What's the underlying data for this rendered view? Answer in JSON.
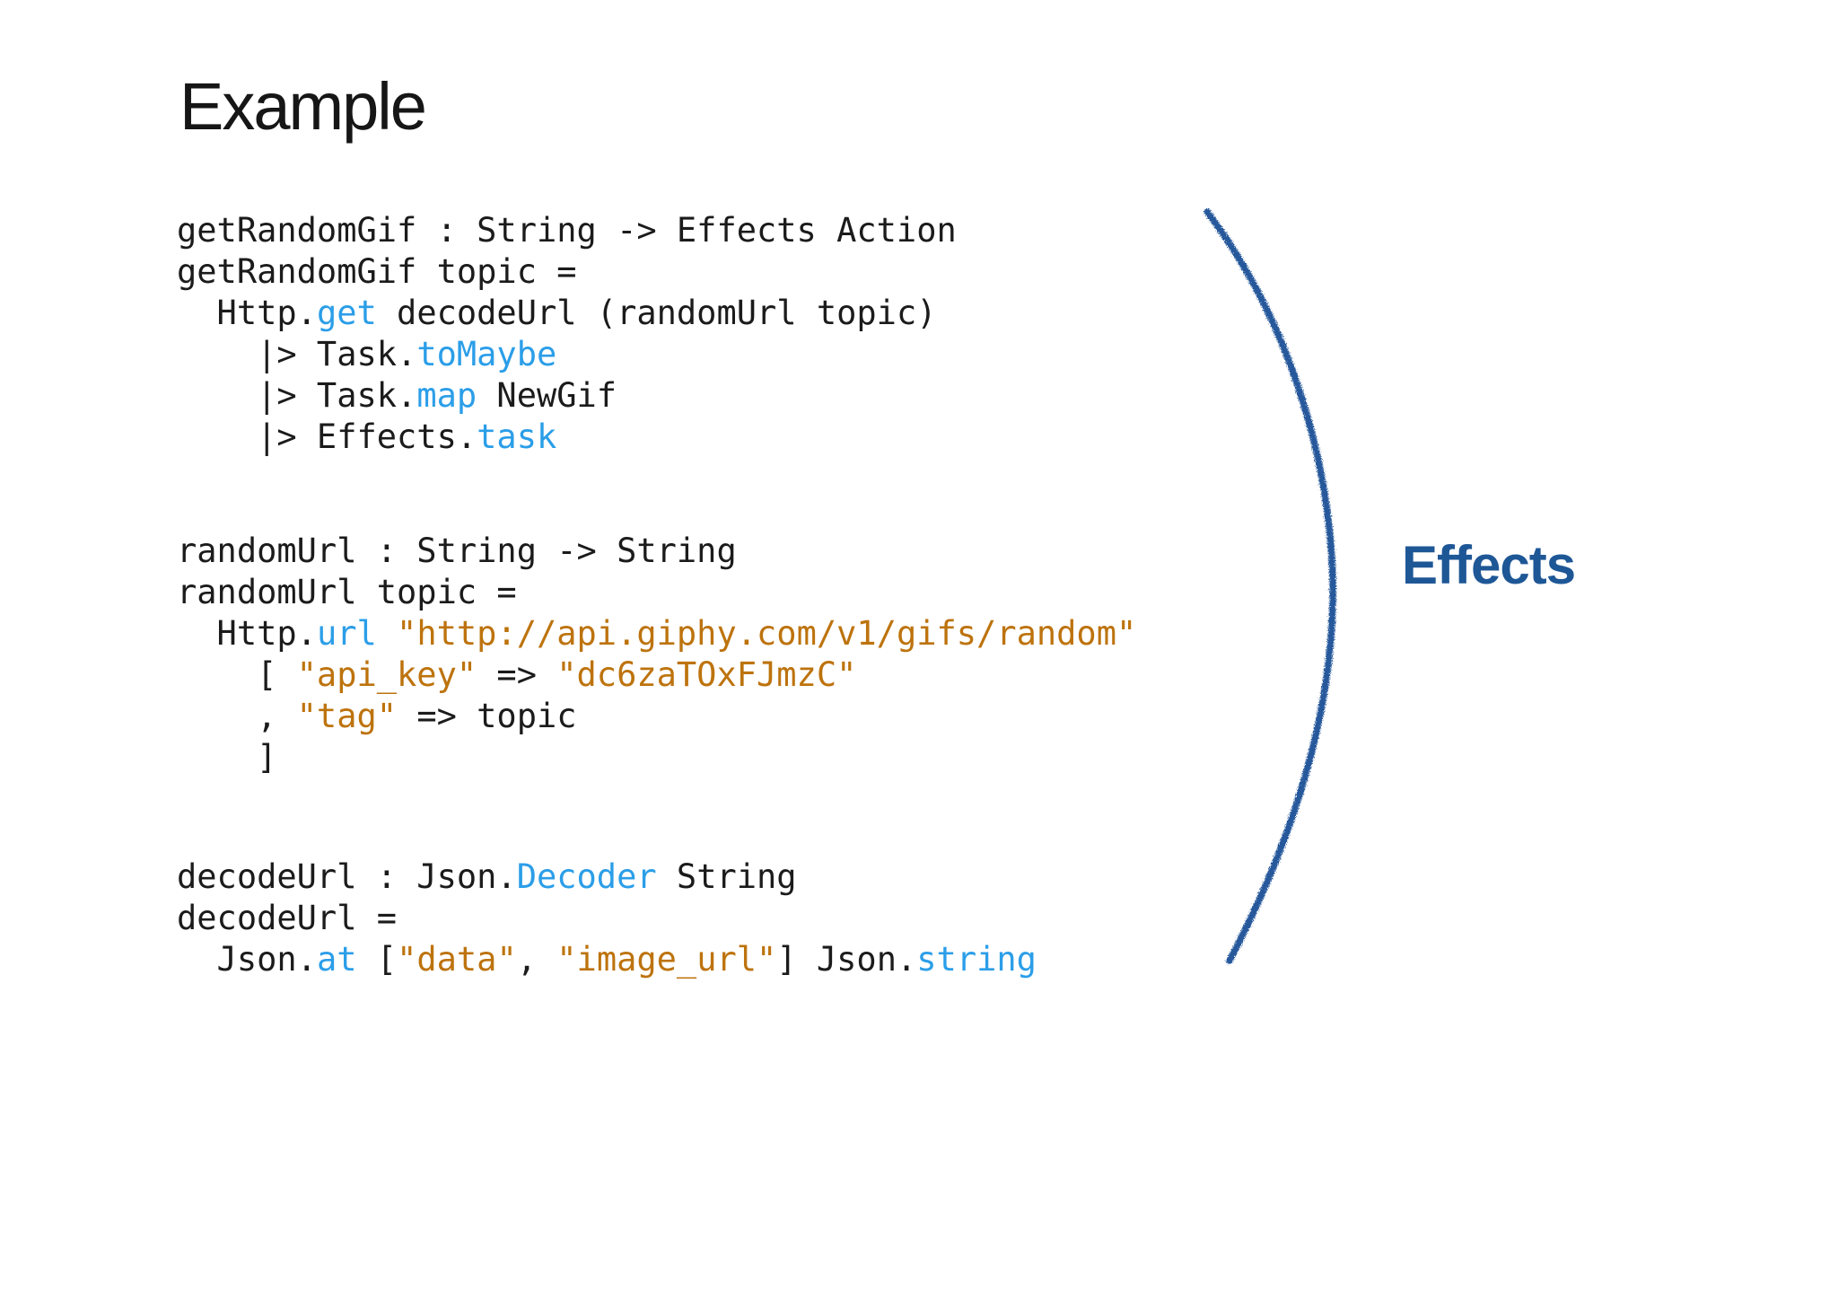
{
  "slide": {
    "title": "Example"
  },
  "annotation": {
    "label": "Effects"
  },
  "colors": {
    "page_bg": "#ffffff",
    "title_text": "#161616",
    "code_plain": "#1b1b1b",
    "code_keyword": "#2b9ee8",
    "code_string": "#bd730d",
    "effects_label": "#1e5796",
    "brace_arc": "#27599b"
  },
  "code": {
    "language": "elm",
    "blocks": [
      {
        "name": "getRandomGif",
        "lines": [
          [
            {
              "text": "getRandomGif : String -> Effects Action",
              "type": "plain"
            }
          ],
          [
            {
              "text": "getRandomGif topic =",
              "type": "plain"
            }
          ],
          [
            {
              "text": "  Http.",
              "type": "plain"
            },
            {
              "text": "get",
              "type": "keyword"
            },
            {
              "text": " decodeUrl (randomUrl topic)",
              "type": "plain"
            }
          ],
          [
            {
              "text": "    |> Task.",
              "type": "plain"
            },
            {
              "text": "toMaybe",
              "type": "keyword"
            }
          ],
          [
            {
              "text": "    |> Task.",
              "type": "plain"
            },
            {
              "text": "map",
              "type": "keyword"
            },
            {
              "text": " NewGif",
              "type": "plain"
            }
          ],
          [
            {
              "text": "    |> Effects.",
              "type": "plain"
            },
            {
              "text": "task",
              "type": "keyword"
            }
          ]
        ]
      },
      {
        "name": "randomUrl",
        "lines": [
          [
            {
              "text": "randomUrl : String -> String",
              "type": "plain"
            }
          ],
          [
            {
              "text": "randomUrl topic =",
              "type": "plain"
            }
          ],
          [
            {
              "text": "  Http.",
              "type": "plain"
            },
            {
              "text": "url",
              "type": "keyword"
            },
            {
              "text": " ",
              "type": "plain"
            },
            {
              "text": "\"http://api.giphy.com/v1/gifs/random\"",
              "type": "string"
            }
          ],
          [
            {
              "text": "    [ ",
              "type": "plain"
            },
            {
              "text": "\"api_key\"",
              "type": "string"
            },
            {
              "text": " => ",
              "type": "plain"
            },
            {
              "text": "\"dc6zaTOxFJmzC\"",
              "type": "string"
            }
          ],
          [
            {
              "text": "    , ",
              "type": "plain"
            },
            {
              "text": "\"tag\"",
              "type": "string"
            },
            {
              "text": " => topic",
              "type": "plain"
            }
          ],
          [
            {
              "text": "    ]",
              "type": "plain"
            }
          ]
        ]
      },
      {
        "name": "decodeUrl",
        "lines": [
          [
            {
              "text": "decodeUrl : Json.",
              "type": "plain"
            },
            {
              "text": "Decoder",
              "type": "keyword"
            },
            {
              "text": " String",
              "type": "plain"
            }
          ],
          [
            {
              "text": "decodeUrl =",
              "type": "plain"
            }
          ],
          [
            {
              "text": "  Json.",
              "type": "plain"
            },
            {
              "text": "at",
              "type": "keyword"
            },
            {
              "text": " [",
              "type": "plain"
            },
            {
              "text": "\"data\"",
              "type": "string"
            },
            {
              "text": ", ",
              "type": "plain"
            },
            {
              "text": "\"image_url\"",
              "type": "string"
            },
            {
              "text": "] Json.",
              "type": "plain"
            },
            {
              "text": "string",
              "type": "keyword"
            }
          ]
        ]
      }
    ]
  }
}
